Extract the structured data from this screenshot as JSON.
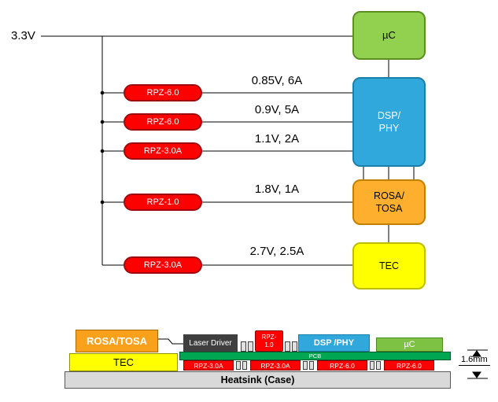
{
  "diagram": {
    "supply_label": "3.3V",
    "regulators": [
      {
        "label": "RPZ-6.0",
        "rail": "0.85V, 6A"
      },
      {
        "label": "RPZ-6.0",
        "rail": "0.9V, 5A"
      },
      {
        "label": "RPZ-3.0A",
        "rail": "1.1V, 2A"
      },
      {
        "label": "RPZ-1.0",
        "rail": "1.8V, 1A"
      },
      {
        "label": "RPZ-3.0A",
        "rail": "2.7V, 2.5A"
      }
    ],
    "blocks": {
      "uc": "µC",
      "dsp_phy": "DSP/\nPHY",
      "rosa_tosa": "ROSA/\nTOSA",
      "tec": "TEC"
    }
  },
  "board": {
    "rosa_tosa": "ROSA/TOSA",
    "tec": "TEC",
    "laser_driver": "Laser Driver",
    "rpz_small": "RPZ-\n1.0",
    "dsp_phy": "DSP /PHY",
    "uc": "µC",
    "pcb": "PCB",
    "bottom_regs": [
      "RPZ-3.0A",
      "RPZ-3.0A",
      "RPZ-6.0",
      "RPZ-6.0"
    ],
    "heatsink": "Heatsink (Case)",
    "thickness": "1.6mm"
  },
  "colors": {
    "regulator_red": "#FE0000",
    "uc_green": "#92D050",
    "dsp_blue": "#31A8DC",
    "rosa_orange": "#FFAF2E",
    "tec_yellow": "#FFFF00",
    "pcb_green": "#00A651",
    "heatsink_gray": "#D9D9D9",
    "laser_driver_gray": "#3F3F3F"
  }
}
